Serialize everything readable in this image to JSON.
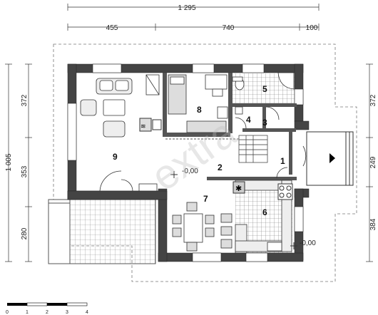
{
  "dimensions": {
    "top_total": "1 295",
    "top_parts": [
      "455",
      "740",
      "100"
    ],
    "left_total": "1 005",
    "left_parts": [
      "372",
      "353",
      "280"
    ],
    "right_parts": [
      "372",
      "249",
      "384"
    ]
  },
  "rooms": {
    "r1": "1",
    "r2": "2",
    "r3": "3",
    "r4": "4",
    "r5": "5",
    "r6": "6",
    "r7": "7",
    "r8": "8",
    "r9": "9"
  },
  "levels": {
    "inside": "-0,00",
    "outside": "-0,00"
  },
  "scale_bar": {
    "ticks": [
      "0",
      "1",
      "2",
      "3",
      "4"
    ]
  },
  "watermark": "extra"
}
